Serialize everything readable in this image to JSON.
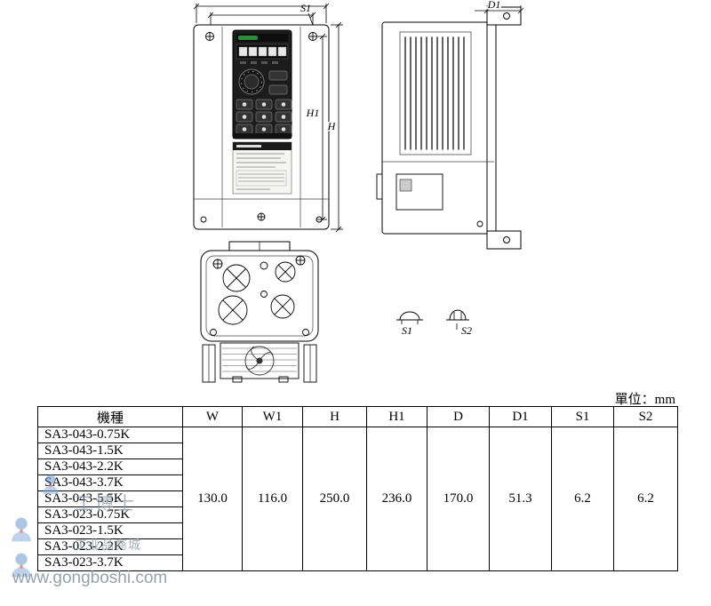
{
  "meta": {
    "unit_label": "單位：mm"
  },
  "drawings": {
    "front_view": {
      "s1_callout": "S1",
      "h_label": "H",
      "h1_label": "H1"
    },
    "side_view": {
      "d1_label": "D1"
    },
    "screw_detail": {
      "s1_label": "S1",
      "s2_label": "S2"
    }
  },
  "table": {
    "headers": [
      "機種",
      "W",
      "W1",
      "H",
      "H1",
      "D",
      "D1",
      "S1",
      "S2"
    ],
    "models": [
      "SA3-043-0.75K",
      "SA3-043-1.5K",
      "SA3-043-2.2K",
      "SA3-043-3.7K",
      "SA3-043-5.5K",
      "SA3-023-0.75K",
      "SA3-023-1.5K",
      "SA3-023-2.2K",
      "SA3-023-3.7K"
    ],
    "values": [
      "130.0",
      "116.0",
      "250.0",
      "236.0",
      "170.0",
      "51.3",
      "6.2",
      "6.2"
    ]
  },
  "watermark": {
    "brand": "工博士",
    "tagline": "工业品商城",
    "site": "www.gongboshi.com"
  }
}
